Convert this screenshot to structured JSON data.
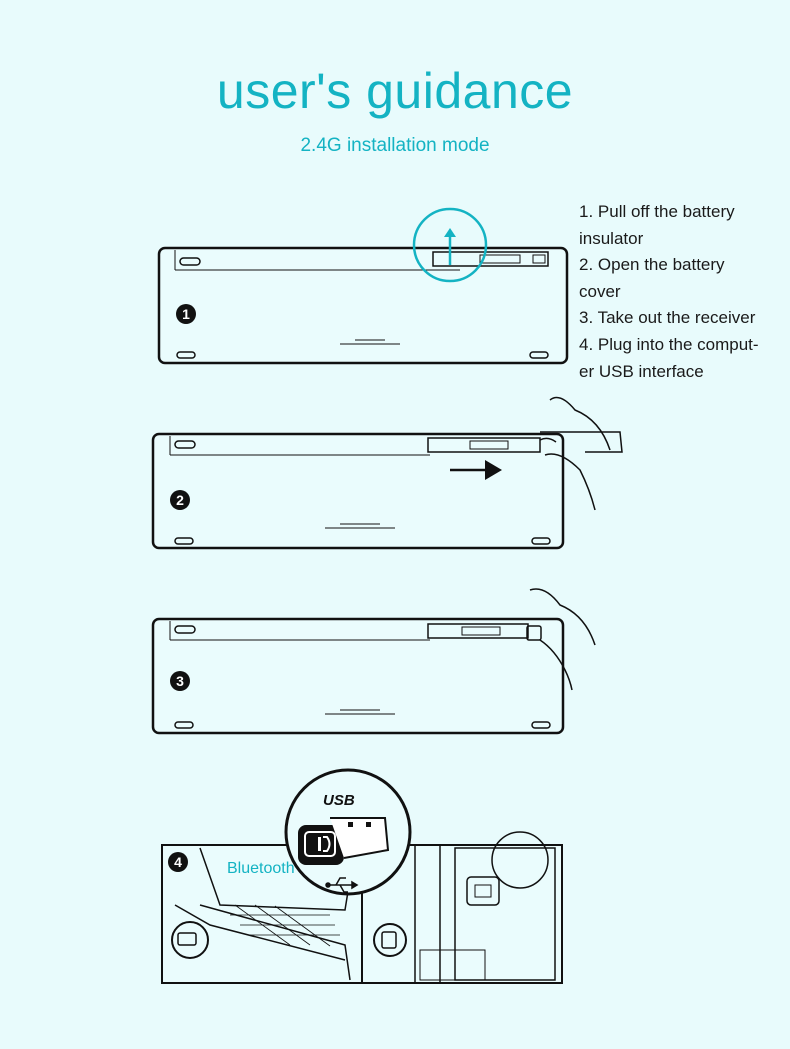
{
  "header": {
    "title": "user's guidance",
    "subtitle": "2.4G installation mode"
  },
  "steps": [
    "1. Pull off the battery\ninsulator",
    "2. Open the battery\ncover",
    "3. Take out the receiver",
    "4. Plug into the comput-\ner USB interface"
  ],
  "step_markers": [
    "1",
    "2",
    "3",
    "4"
  ],
  "labels": {
    "usb": "USB",
    "bluetooth": "Bluetooth"
  },
  "colors": {
    "accent": "#14b3c3",
    "background": "#e8fbfc",
    "line": "#111111"
  }
}
